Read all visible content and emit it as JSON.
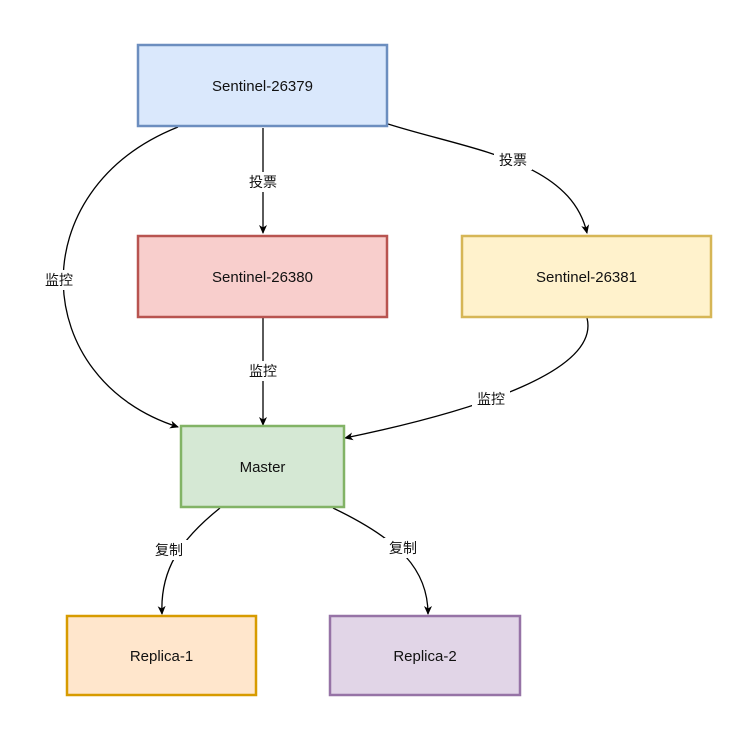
{
  "nodes": {
    "sentinel_26379": {
      "label": "Sentinel-26379",
      "fill": "#dae8fc",
      "stroke": "#6c8ebf"
    },
    "sentinel_26380": {
      "label": "Sentinel-26380",
      "fill": "#f8cecc",
      "stroke": "#b85450"
    },
    "sentinel_26381": {
      "label": "Sentinel-26381",
      "fill": "#fff2cc",
      "stroke": "#d6b656"
    },
    "master": {
      "label": "Master",
      "fill": "#d5e8d4",
      "stroke": "#82b366"
    },
    "replica_1": {
      "label": "Replica-1",
      "fill": "#ffe6cc",
      "stroke": "#d79b00"
    },
    "replica_2": {
      "label": "Replica-2",
      "fill": "#e1d5e7",
      "stroke": "#9673a6"
    }
  },
  "edges": {
    "s79_to_s80": {
      "label": "投票"
    },
    "s79_to_s81": {
      "label": "投票"
    },
    "s79_to_master": {
      "label": "监控"
    },
    "s80_to_master": {
      "label": "监控"
    },
    "s81_to_master": {
      "label": "监控"
    },
    "master_to_r1": {
      "label": "复制"
    },
    "master_to_r2": {
      "label": "复制"
    }
  }
}
